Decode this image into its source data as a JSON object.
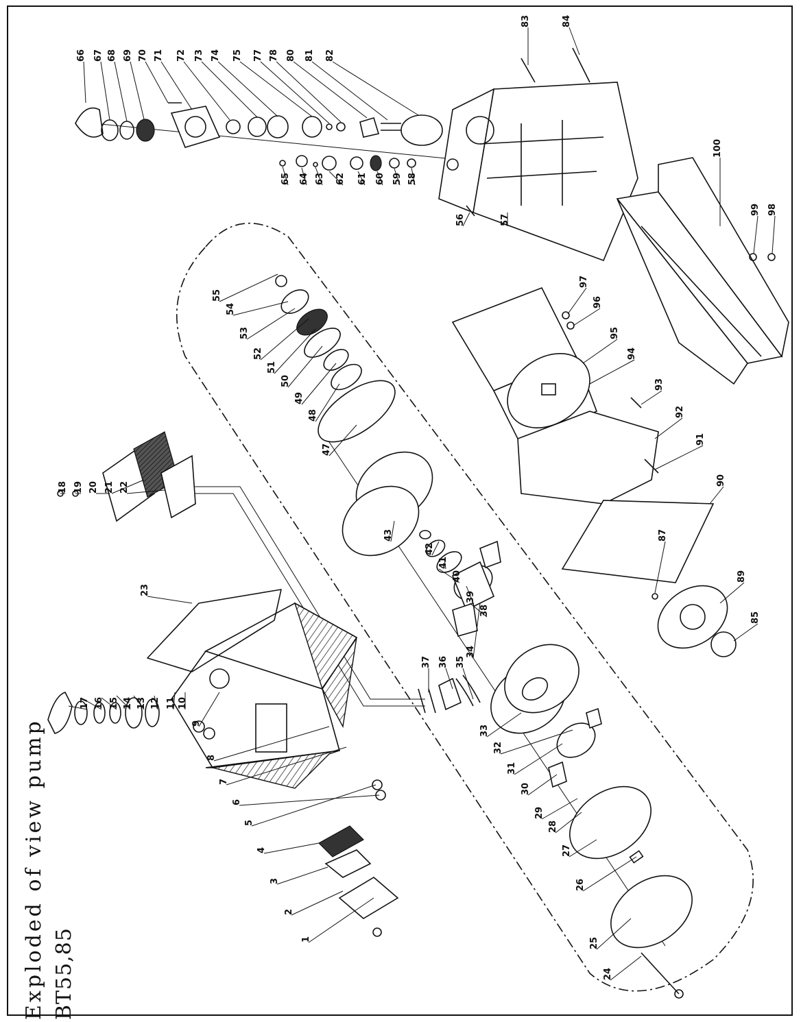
{
  "title": {
    "line1": "Exploded of view pump",
    "line2": "BT55,85"
  },
  "callouts": [
    "1",
    "2",
    "3",
    "4",
    "5",
    "6",
    "7",
    "8",
    "9",
    "10",
    "11",
    "12",
    "13",
    "14",
    "15",
    "16",
    "17",
    "18",
    "19",
    "20",
    "21",
    "22",
    "23",
    "24",
    "25",
    "26",
    "27",
    "28",
    "29",
    "30",
    "31",
    "32",
    "33",
    "34",
    "35",
    "36",
    "37",
    "38",
    "39",
    "40",
    "41",
    "42",
    "43",
    "47",
    "48",
    "49",
    "50",
    "51",
    "52",
    "53",
    "54",
    "55",
    "56",
    "57",
    "58",
    "59",
    "60",
    "61",
    "62",
    "63",
    "64",
    "65",
    "66",
    "67",
    "68",
    "69",
    "70",
    "71",
    "72",
    "73",
    "74",
    "75",
    "77",
    "78",
    "80",
    "81",
    "82",
    "83",
    "84",
    "85",
    "87",
    "89",
    "90",
    "91",
    "92",
    "93",
    "94",
    "95",
    "96",
    "97",
    "98",
    "99",
    "100"
  ]
}
